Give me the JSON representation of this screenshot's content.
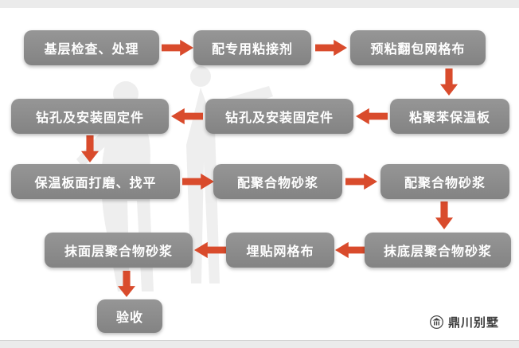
{
  "flow": {
    "box_color": "#8b8b8b",
    "arrow_color": "#d94b2c",
    "text_color": "#ffffff",
    "rows": [
      {
        "steps": [
          "基层检查、处理",
          "配专用粘接剂",
          "预粘翻包网格布"
        ]
      },
      {
        "steps": [
          "钻孔及安装固定件",
          "钻孔及安装固定件",
          "粘聚苯保温板"
        ]
      },
      {
        "steps": [
          "保温板面打磨、找平",
          "配聚合物砂浆",
          "配聚合物砂浆"
        ]
      },
      {
        "steps": [
          "抹面层聚合物砂浆",
          "埋贴网格布",
          "抹底层聚合物砂浆"
        ]
      },
      {
        "steps": [
          "验收"
        ]
      }
    ]
  },
  "footer": {
    "brand": "鼎川别墅",
    "brand_color": "#3f3f3f"
  }
}
